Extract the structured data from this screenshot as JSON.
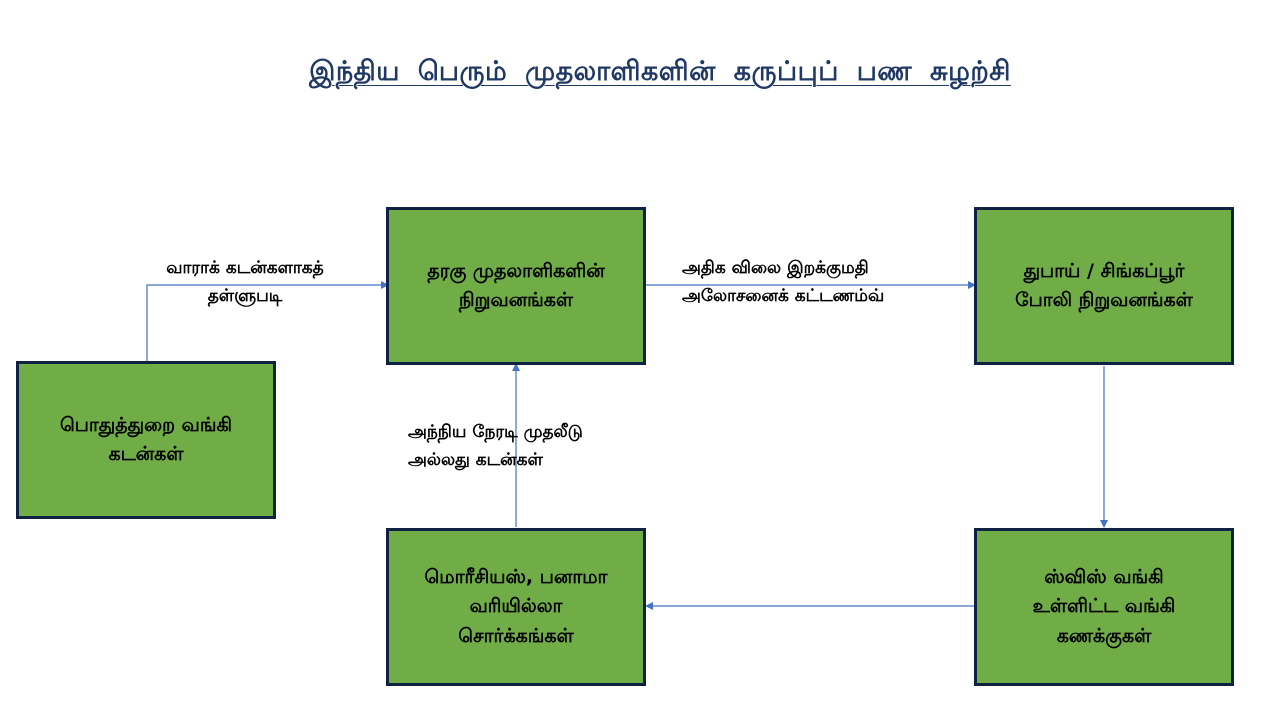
{
  "title": "இந்திய பெரும் முதலாளிகளின் கருப்புப் பண சுழற்சி",
  "nodes": {
    "public_bank_loans": {
      "line1": "பொதுத்துறை வங்கி",
      "line2": "கடன்கள்"
    },
    "crony_companies": {
      "line1": "தரகு முதலாளிகளின்",
      "line2": "நிறுவனங்கள்"
    },
    "dubai_singapore_shells": {
      "line1": "துபாய் / சிங்கப்பூர்",
      "line2": "போலி நிறுவனங்கள்"
    },
    "swiss_bank_accounts": {
      "line1": "ஸ்விஸ் வங்கி",
      "line2": "உள்ளிட்ட வங்கி",
      "line3": "கணக்குகள்"
    },
    "tax_havens": {
      "line1": "மொரீசியஸ், பனாமா",
      "line2": "வரியில்லா",
      "line3": "சொர்க்கங்கள்"
    }
  },
  "edges": {
    "loans_to_companies": {
      "line1": "வாராக் கடன்களாகத்",
      "line2": "தள்ளுபடி"
    },
    "companies_to_shells": {
      "line1": "அதிக விலை இறக்குமதி",
      "line2": "அலோசனைக் கட்டணம்வ்"
    },
    "havens_to_companies": {
      "line1": "அந்நிய நேரடி முதலீடு",
      "line2": "அல்லது கடன்கள்"
    }
  },
  "colors": {
    "box_fill": "#70ad47",
    "box_border": "#0f2244",
    "connector": "#4472c4",
    "title": "#1f3864"
  }
}
